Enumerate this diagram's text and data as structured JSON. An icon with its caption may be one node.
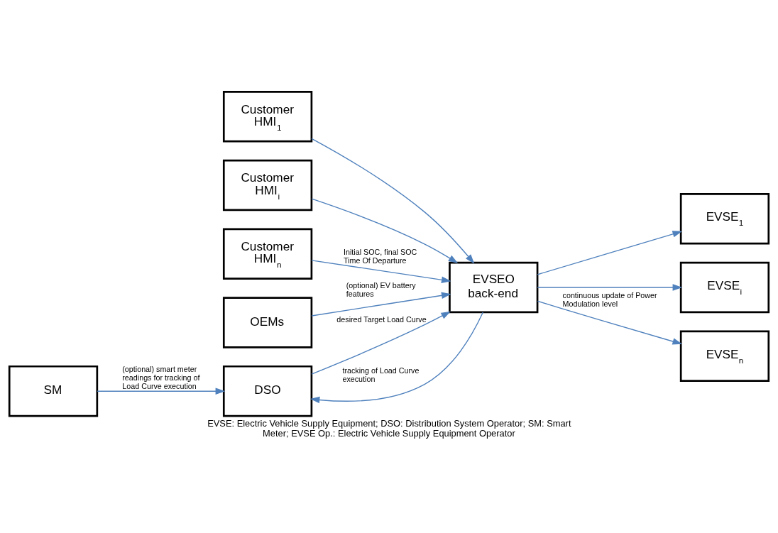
{
  "diagram": {
    "caption": "EVSE: Electric Vehicle Supply Equipment; DSO: Distribution System Operator; SM: Smart Meter; EVSE Op.: Electric Vehicle Supply Equipment Operator",
    "nodes": [
      {
        "text": [
          "DSO"
        ]
      },
      {
        "text": [
          "SM"
        ]
      },
      {
        "text": [
          "EVSE$_{1}$"
        ]
      },
      {
        "text": [
          "EVSE$_{i}$"
        ]
      },
      {
        "text": [
          "EVSE$_{n}$"
        ]
      },
      {
        "text": [
          "Customer HMI$_{1}$"
        ]
      },
      {
        "text": [
          "Customer HMI$_{i}$"
        ]
      },
      {
        "text": [
          "Customer HMI$_{n}$"
        ]
      },
      {
        "text": [
          "EVSEO back-end"
        ]
      },
      {
        "text": [
          "OEMs"
        ]
      }
    ],
    "edges": [
      {
        "from": 1,
        "to": 0,
        "arrow": "to",
        "label": "(optional) smart meter readings for tracking of Load Curve execution"
      },
      {
        "from": 0,
        "to": 8,
        "arrow": "to",
        "label": "desired Target Load Curve"
      },
      {
        "from": 8,
        "to": 0,
        "arrow": "to",
        "label": "tracking of Load Curve execution"
      },
      {
        "from": 8,
        "to": 2,
        "arrow": "to"
      },
      {
        "from": 8,
        "to": 3,
        "arrow": "to"
      },
      {
        "from": 8,
        "to": 4,
        "arrow": "to",
        "label": "continuous update of Power Modulation level"
      },
      {
        "from": 5,
        "to": 8,
        "arrow": "to"
      },
      {
        "from": 6,
        "to": 8,
        "arrow": "to"
      },
      {
        "from": 7,
        "to": 8,
        "arrow": "to",
        "label": "Initial SOC, final SOC Time Of Departure"
      },
      {
        "from": 9,
        "to": 8,
        "arrow": "to",
        "label": "(optional) EV battery features"
      }
    ]
  }
}
